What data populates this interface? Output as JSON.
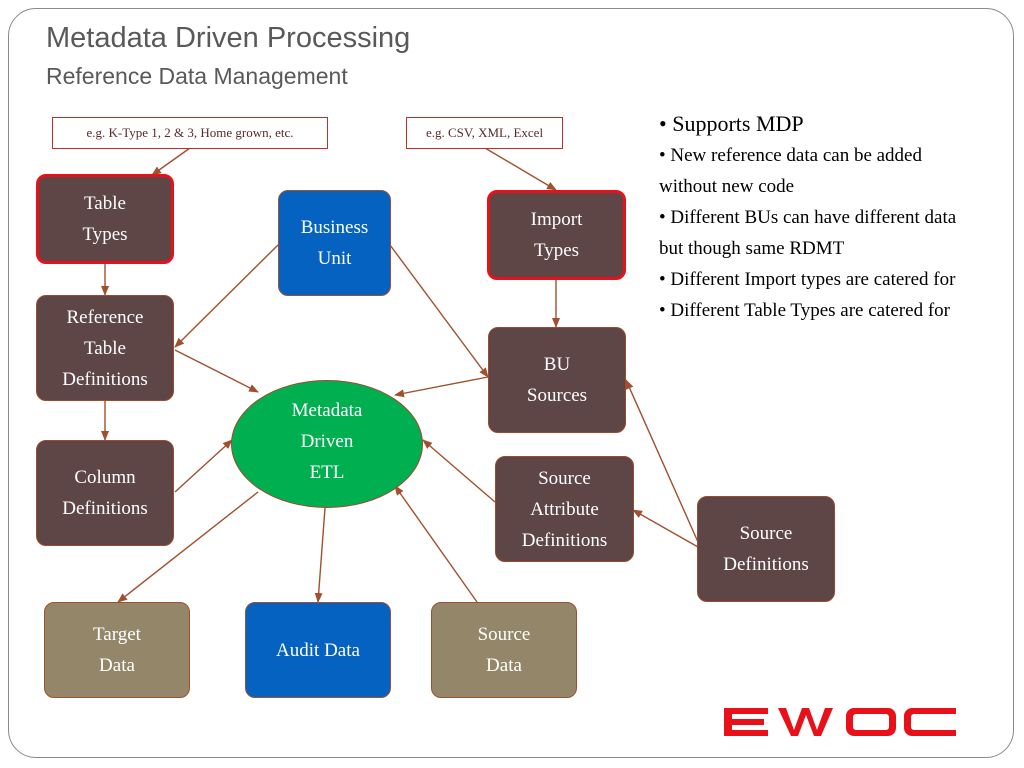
{
  "slide": {
    "title": "Metadata Driven Processing",
    "subtitle": "Reference Data Management"
  },
  "notes": {
    "table_types_note": "e.g. K-Type 1, 2 & 3, Home grown, etc.",
    "import_types_note": "e.g. CSV, XML, Excel"
  },
  "nodes": {
    "table_types": [
      "Table",
      "Types"
    ],
    "reference_table_definitions": [
      "Reference",
      "Table",
      "Definitions"
    ],
    "column_definitions": [
      "Column",
      "Definitions"
    ],
    "business_unit": [
      "Business",
      "Unit"
    ],
    "import_types": [
      "Import",
      "Types"
    ],
    "bu_sources": [
      "BU",
      "Sources"
    ],
    "metadata_driven_etl": [
      "Metadata",
      "Driven",
      "ETL"
    ],
    "source_attribute_definitions": [
      "Source",
      "Attribute",
      "Definitions"
    ],
    "source_definitions": [
      "Source",
      "Definitions"
    ],
    "target_data": [
      "Target",
      "Data"
    ],
    "audit_data": [
      "Audit Data"
    ],
    "source_data": [
      "Source",
      "Data"
    ]
  },
  "bullets": [
    "Supports MDP",
    "New reference data can be added without new code",
    "Different BUs can have different data but though same RDMT",
    "Different Import types are catered for",
    "Different Table Types are catered for"
  ],
  "logo": {
    "text": "EWOC",
    "color": "#e8111a"
  },
  "colors": {
    "brown_box": "#5e4546",
    "blue_box": "#0562c1",
    "tan_box": "#948769",
    "etl_ellipse": "#00b050",
    "arrow": "#a0502e",
    "highlight_border": "#e8111a"
  }
}
